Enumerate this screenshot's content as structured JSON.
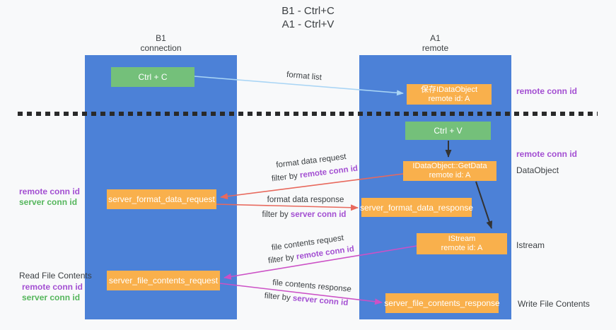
{
  "title": {
    "line1": "B1 - Ctrl+C",
    "line2": "A1 - Ctrl+V"
  },
  "columns": {
    "left": {
      "name": "B1",
      "role": "connection"
    },
    "right": {
      "name": "A1",
      "role": "remote"
    }
  },
  "boxes": {
    "ctrl_c": "Ctrl + C",
    "ctrl_v": "Ctrl + V",
    "save_idataobject": {
      "line1": "保存IDataObject",
      "line2": "remote id: A"
    },
    "getdata": {
      "line1": "IDataObject::GetData",
      "line2": "remote id: A"
    },
    "istream": {
      "line1": "IStream",
      "line2": "remote id: A"
    },
    "server_format_data_request": "server_format_data_request",
    "server_format_data_response": "server_format_data_response",
    "server_file_contents_request": "server_file_contents_request",
    "server_file_contents_response": "server_file_contents_response"
  },
  "arrow_labels": {
    "format_list": "format list",
    "format_data_request": "format data request",
    "format_data_response": "format data response",
    "file_contents_request": "file contents request",
    "file_contents_response": "file contents response",
    "filter_by": "filter by "
  },
  "side_labels": {
    "remote_conn_id": "remote conn id",
    "server_conn_id": "server conn id",
    "dataobject": "DataObject",
    "istream": "Istream",
    "read_file_contents": "Read File Contents",
    "write_file_contents": "Write File Contents"
  },
  "colors": {
    "column_blue": "#4c81d7",
    "box_green": "#74c07a",
    "box_orange": "#f9b04c",
    "arrow_red": "#e8695d",
    "arrow_magenta": "#cc51c6",
    "arrow_light_blue": "#a9d5f5",
    "arrow_black": "#333333",
    "label_purple": "#a34fd2",
    "label_green": "#55b65c"
  }
}
